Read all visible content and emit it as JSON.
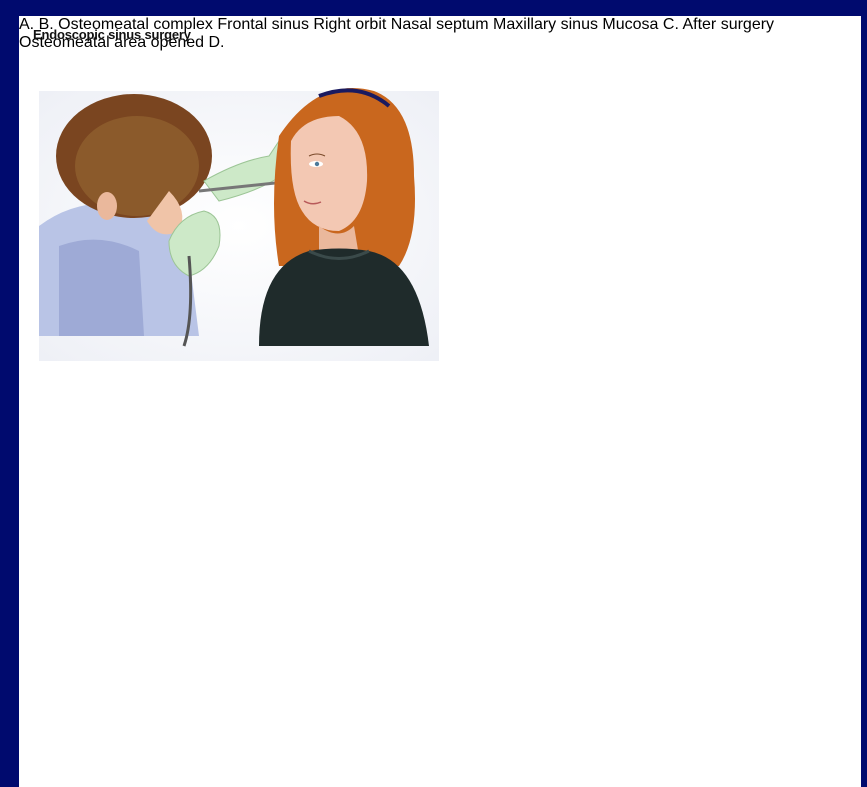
{
  "title": "Endoscopic sinus surgery",
  "panels": {
    "a": {
      "letter": "A."
    },
    "b": {
      "letter": "B."
    },
    "c": {
      "letter": "C.",
      "labels": {
        "osteomeatal_complex": "Osteomeatal complex",
        "frontal_sinus": "Frontal sinus",
        "right_orbit": "Right orbit",
        "nasal_septum": "Nasal septum",
        "maxillary_sinus": "Maxillary sinus",
        "mucosa": "Mucosa"
      }
    },
    "d": {
      "letter": "D.",
      "heading": "After surgery",
      "labels": {
        "osteomeatal_area_line1": "Osteomeatal",
        "osteomeatal_area_line2": "area opened"
      }
    }
  },
  "colors": {
    "frame": "#000a6e",
    "bone": "#e8c98c",
    "sinus_red": "#d83a55",
    "orbit_pink": "#c97aa0",
    "skin": "#f3c8b3",
    "hair": "#8a4a1e"
  }
}
